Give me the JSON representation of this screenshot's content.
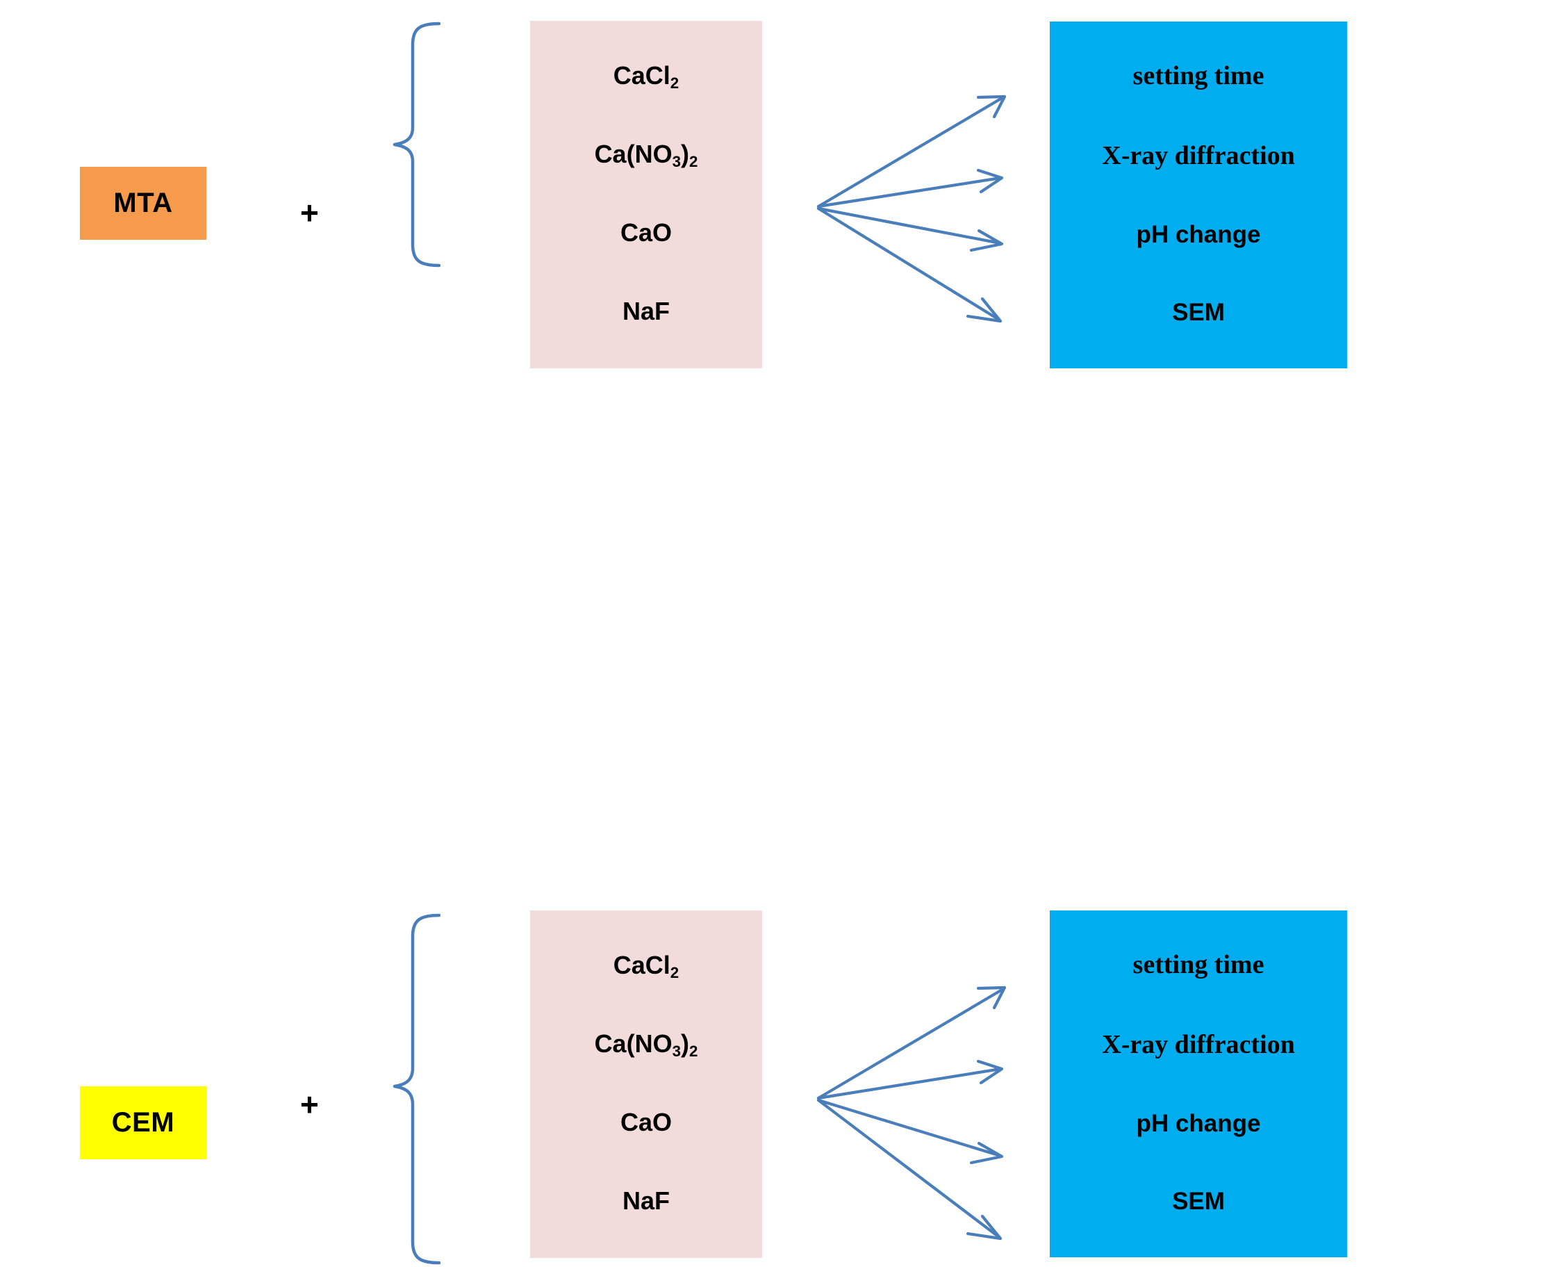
{
  "diagram": {
    "title": "MTA and CEM experimental design flow diagram",
    "colors": {
      "mta_chip": "#F59B4B",
      "cem_chip": "#FFFF00",
      "reagent_box": "#F2DCDB",
      "outcome_box": "#00AEEF",
      "brace_and_arrow": "#4A7EBB",
      "text": "#000000"
    },
    "plus_symbol": "+",
    "rows": [
      {
        "id": "mta",
        "material_label": "MTA",
        "reagents": [
          {
            "formula": "CaCl",
            "sub1": "2",
            "mid": "",
            "sub2": "",
            "tail": ""
          },
          {
            "formula": "Ca(NO",
            "sub1": "3",
            "mid": ")",
            "sub2": "2",
            "tail": ""
          },
          {
            "formula": "CaO",
            "sub1": "",
            "mid": "",
            "sub2": "",
            "tail": ""
          },
          {
            "formula": "NaF",
            "sub1": "",
            "mid": "",
            "sub2": "",
            "tail": ""
          }
        ],
        "outcomes": [
          {
            "label": "setting time",
            "style": "serif"
          },
          {
            "label": "X-ray diffraction",
            "style": "serif"
          },
          {
            "label": "pH change",
            "style": "sans"
          },
          {
            "label": "SEM",
            "style": "sans"
          }
        ],
        "arrow_count": 4
      },
      {
        "id": "cem",
        "material_label": "CEM",
        "reagents": [
          {
            "formula": "CaCl",
            "sub1": "2",
            "mid": "",
            "sub2": "",
            "tail": ""
          },
          {
            "formula": "Ca(NO",
            "sub1": "3",
            "mid": ")",
            "sub2": "2",
            "tail": ""
          },
          {
            "formula": "CaO",
            "sub1": "",
            "mid": "",
            "sub2": "",
            "tail": ""
          },
          {
            "formula": "NaF",
            "sub1": "",
            "mid": "",
            "sub2": "",
            "tail": ""
          }
        ],
        "outcomes": [
          {
            "label": "setting time",
            "style": "serif"
          },
          {
            "label": "X-ray diffraction",
            "style": "serif"
          },
          {
            "label": "pH change",
            "style": "sans"
          },
          {
            "label": "SEM",
            "style": "sans"
          }
        ],
        "arrow_count": 4
      }
    ],
    "icons": {
      "brace": "left-curly-brace-icon",
      "arrow": "arrow-right-icon",
      "plus": "plus-icon"
    }
  }
}
